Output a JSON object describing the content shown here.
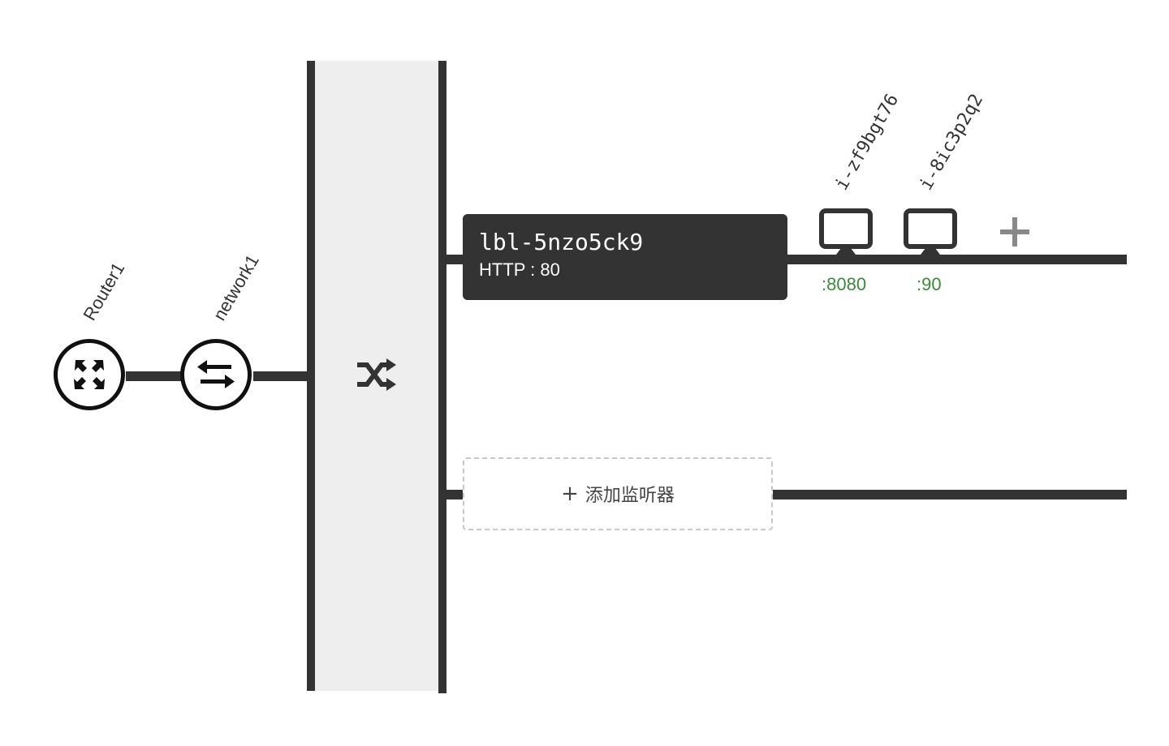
{
  "topology": {
    "router": {
      "label": "Router1",
      "icon": "router-icon"
    },
    "network": {
      "label": "network1",
      "icon": "network-switch-icon"
    },
    "load_balancer": {
      "icon": "shuffle-icon"
    },
    "listeners": [
      {
        "id": "lbl-5nzo5ck9",
        "protocol_port": "HTTP : 80",
        "backends": [
          {
            "name": "i-zf9bgt76",
            "port": ":8080",
            "icon": "monitor-icon"
          },
          {
            "name": "i-8ic3p2q2",
            "port": ":90",
            "icon": "monitor-icon"
          }
        ],
        "add_backend_icon": "plus-icon"
      }
    ],
    "add_listener": {
      "plus": "+",
      "label": "添加监听器"
    }
  },
  "colors": {
    "line": "#333333",
    "panel": "#eeeeee",
    "port_text": "#3a8a3a",
    "add_icon": "#888888"
  }
}
